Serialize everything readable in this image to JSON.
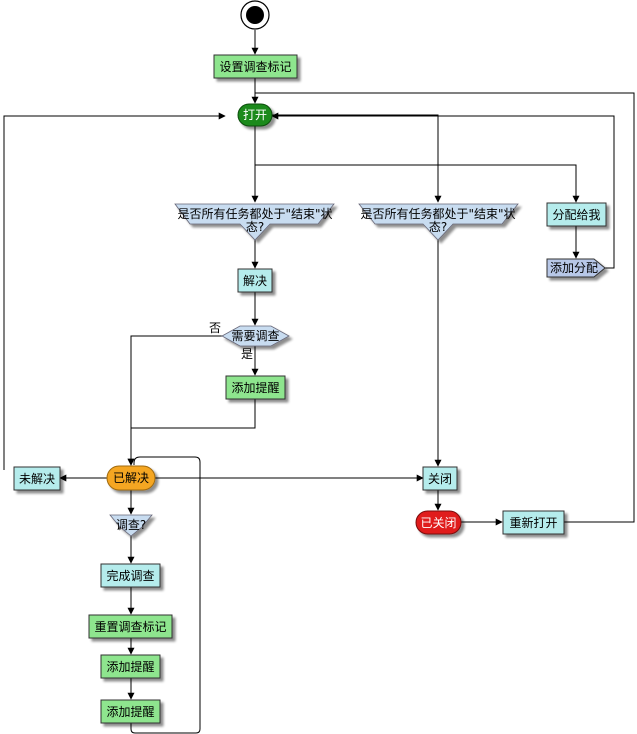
{
  "nodes": {
    "set_flag": "设置调查标记",
    "open": "打开",
    "q_all_done_1a": "是否所有任务都处于\"结束\"状",
    "q_all_done_1b": "态?",
    "q_all_done_2a": "是否所有任务都处于\"结束\"状",
    "q_all_done_2b": "态?",
    "assign_me": "分配给我",
    "add_assign": "添加分配",
    "resolve": "解决",
    "need_investigation": "需要调查",
    "add_reminder_1": "添加提醒",
    "resolved": "已解决",
    "unresolved": "未解决",
    "close": "关闭",
    "closed": "已关闭",
    "reopen": "重新打开",
    "investigate_q": "调查?",
    "finish_investigation": "完成调查",
    "reset_flag": "重置调查标记",
    "add_reminder_2": "添加提醒",
    "add_reminder_3": "添加提醒"
  },
  "edge_labels": {
    "no": "否",
    "yes": "是"
  },
  "colors": {
    "action_green": "#8ee58e",
    "action_cyan": "#b5ecec",
    "state_open": "#1a8a1a",
    "state_resolved": "#f5a623",
    "state_closed": "#e01a1a",
    "decision_fill": "#c8dcf0",
    "signal_fill": "#b8c8e8",
    "start_dot": "#000000"
  }
}
